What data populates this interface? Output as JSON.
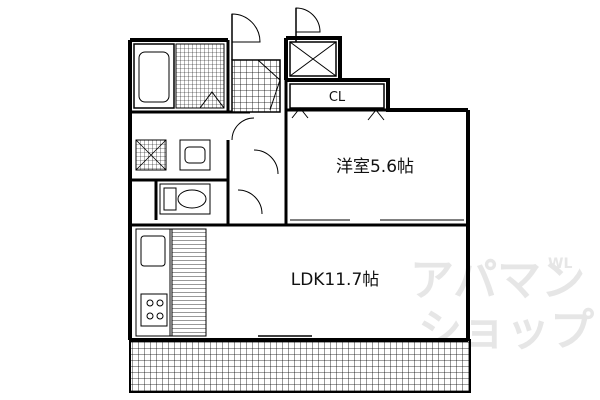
{
  "rooms": {
    "closet": "CL",
    "western_room": "洋室5.6帖",
    "ldk": "LDK11.7帖"
  },
  "watermark": {
    "line1": "アパマン",
    "line2": "ショップ",
    "small": "WL"
  },
  "colors": {
    "wall": "#000000",
    "floor": "#ffffff",
    "watermark": "#e6e6e6"
  }
}
